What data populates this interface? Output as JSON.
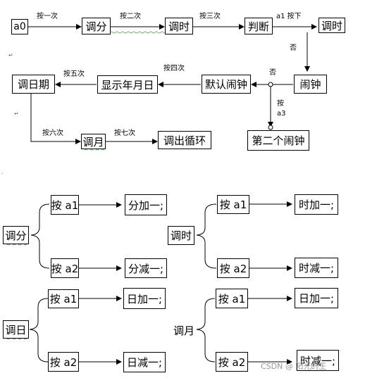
{
  "flow": {
    "a0": "a0",
    "tiaofen": "调分",
    "tiaoshi": "调时",
    "panduan": "判断",
    "tiaoshi_right": "调时",
    "naozhong": "闹钟",
    "moren_naozhong": "默认闹钟",
    "xianshi": "显示年月日",
    "tiaoriqi": "调日期",
    "dierge_naozhong": "第二个闹钟",
    "tiaoyue": "调月",
    "tiaochu": "调出循环",
    "labels": {
      "an_yi": "按一次",
      "an_er": "按二次",
      "an_san": "按三次",
      "a1_anxia": "a1 按下",
      "fou_1": "否",
      "fou_2": "否",
      "an_si": "按四次",
      "an_wu": "按五次",
      "an": "按",
      "a3": "a3",
      "an_liu": "按六次",
      "an_qi": "按七次"
    }
  },
  "trees": {
    "fen": {
      "root": "调分",
      "a1": "按 a1",
      "a2": "按 a2",
      "inc": "分加一;",
      "dec": "分减一;"
    },
    "shi": {
      "root": "调时",
      "a1": "按 a1",
      "a2": "按 a2",
      "inc": "时加一;",
      "dec": "时减一;"
    },
    "ri": {
      "root": "调日",
      "a1": "按 a1",
      "a2": "按 a2",
      "inc": "日加一;",
      "dec": "日减一;"
    },
    "yue": {
      "root": "调月",
      "a1": "按 a1",
      "a2": "按 a2",
      "inc": "日加一;",
      "dec": "时减一;"
    }
  },
  "watermark": "CSDN @ 阳光的王"
}
